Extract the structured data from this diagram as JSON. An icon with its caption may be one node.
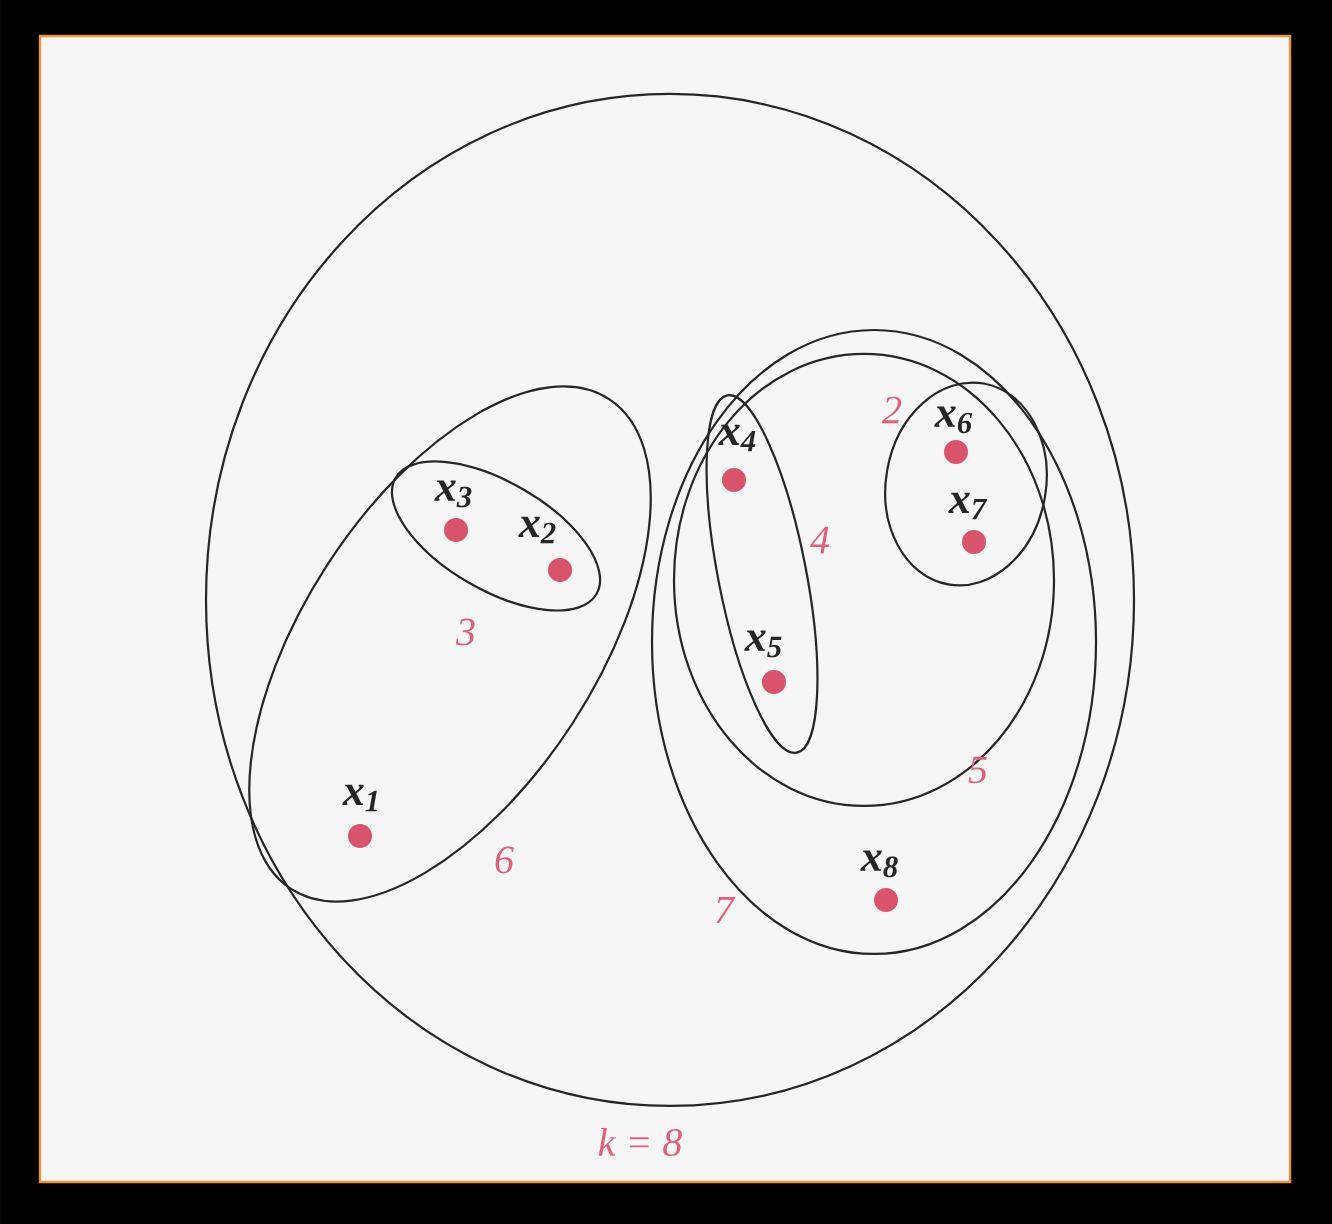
{
  "diagram": {
    "nodes": [
      {
        "text": [],
        "shape": "ellipse",
        "beside": [
          "*k* = 8"
        ]
      },
      {
        "text": [],
        "shape": "ellipse",
        "beside": [
          "6"
        ],
        "in": 0
      },
      {
        "text": [],
        "shape": "ellipse",
        "beside": [
          "3"
        ],
        "in": 1
      },
      {
        "text": [],
        "shape": "ellipse",
        "beside": [
          "7"
        ],
        "in": 0
      },
      {
        "text": [],
        "shape": "ellipse",
        "beside": [
          "5"
        ],
        "in": 3
      },
      {
        "text": [],
        "shape": "ellipse",
        "beside": [
          "4"
        ],
        "in": 4
      },
      {
        "text": [],
        "shape": "ellipse",
        "beside": [
          "2"
        ],
        "in": 4
      },
      {
        "text": [
          "x$_{1}$"
        ],
        "in": 1
      },
      {
        "text": [
          "x$_{2}$"
        ],
        "in": 2
      },
      {
        "text": [
          "x$_{3}$"
        ],
        "in": 2
      },
      {
        "text": [
          "x$_{4}$"
        ],
        "in": 5
      },
      {
        "text": [
          "x$_{5}$"
        ],
        "in": 5
      },
      {
        "text": [
          "x$_{6}$"
        ],
        "in": 6
      },
      {
        "text": [
          "x$_{7}$"
        ],
        "in": 6
      },
      {
        "text": [
          "x$_{8}$"
        ],
        "in": 3
      }
    ]
  }
}
